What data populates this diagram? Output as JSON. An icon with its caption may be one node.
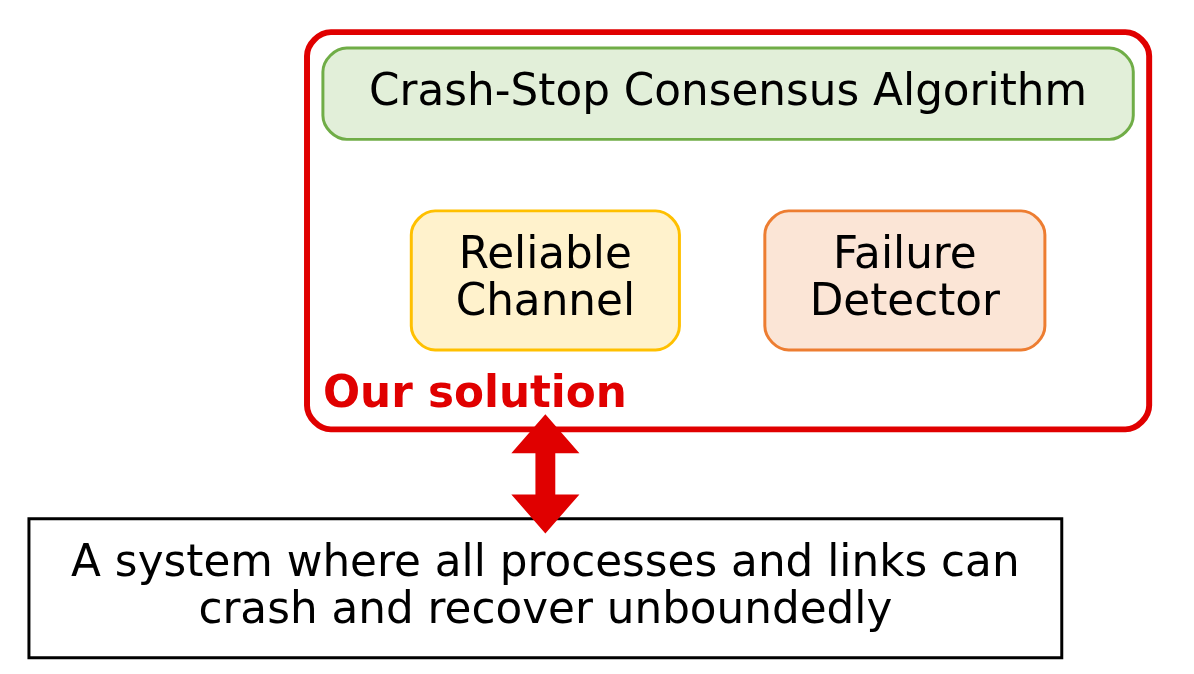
{
  "diagram": {
    "nodes": [
      {
        "text": [
          "Our solution"
        ]
      },
      {
        "text": [
          "Crash-Stop Consensus Algorithm"
        ],
        "in": 0
      },
      {
        "text": [
          "Reliable Channel"
        ],
        "in": 0
      },
      {
        "text": [
          "Failure Detector"
        ],
        "in": 0
      },
      {
        "text": [
          "A system where all processes and links can crash and recover unboundedly"
        ]
      }
    ],
    "edges": [
      {
        "from": 0,
        "to": 4,
        "arrow": "both"
      }
    ]
  }
}
